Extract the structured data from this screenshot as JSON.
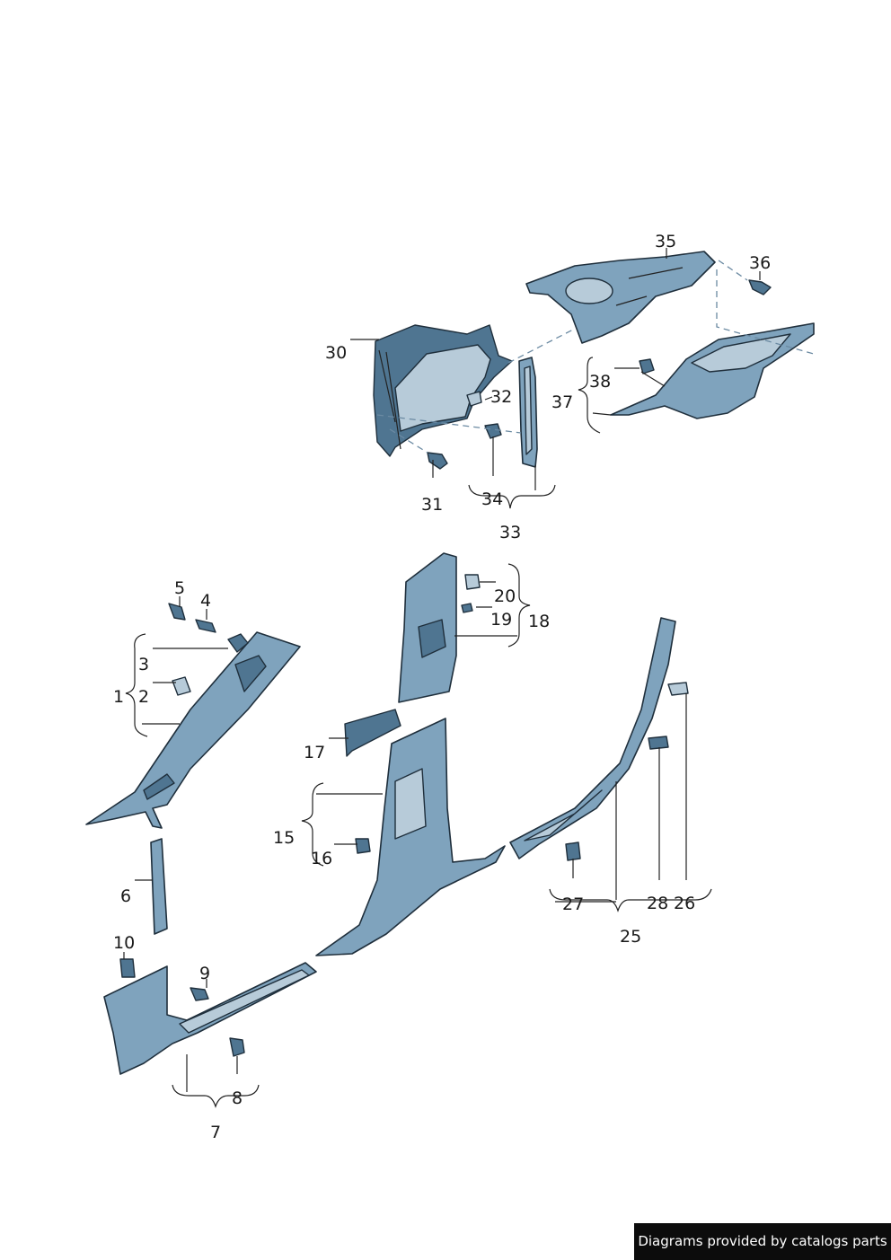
{
  "diagram": {
    "callouts": {
      "c1": "1",
      "c2": "2",
      "c3": "3",
      "c4": "4",
      "c5": "5",
      "c6": "6",
      "c7": "7",
      "c8": "8",
      "c9": "9",
      "c10": "10",
      "c15": "15",
      "c16": "16",
      "c17": "17",
      "c18": "18",
      "c19": "19",
      "c20": "20",
      "c25": "25",
      "c26": "26",
      "c27": "27",
      "c28": "28",
      "c30": "30",
      "c31": "31",
      "c32": "32",
      "c33": "33",
      "c34": "34",
      "c35": "35",
      "c36": "36",
      "c37": "37",
      "c38": "38"
    }
  },
  "footer": {
    "credit": "Diagrams provided by catalogs parts"
  },
  "colors": {
    "part_fill": "#7fa3bd",
    "part_light": "#b7cbd9",
    "part_dark": "#4f7591",
    "outline": "#1f2f3c"
  }
}
